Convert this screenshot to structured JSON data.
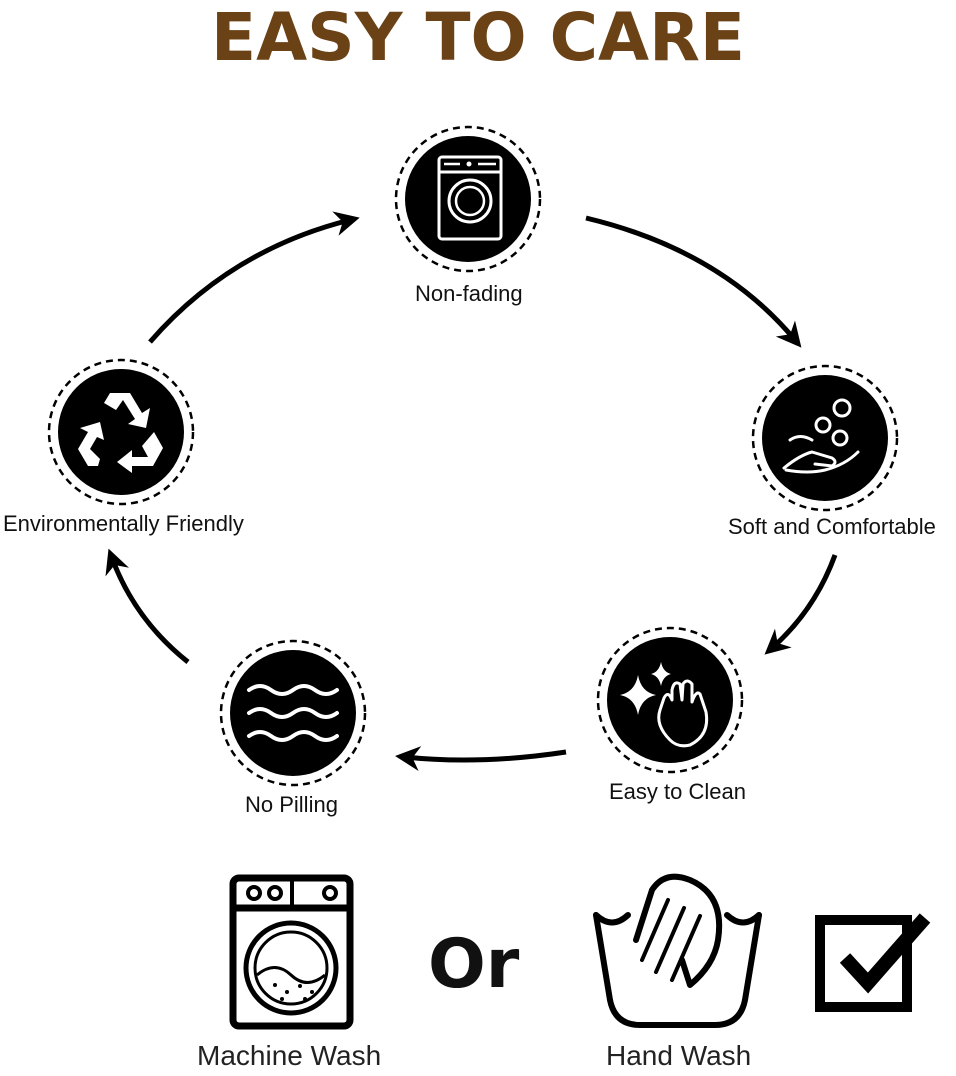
{
  "title": "EASY TO CARE",
  "colors": {
    "title": "#6b4216",
    "icon_fill": "#000000",
    "icon_glyph": "#ffffff"
  },
  "features": [
    {
      "label": "Non-fading",
      "icon": "washing-machine-icon"
    },
    {
      "label": "Soft and Comfortable",
      "icon": "hand-bubbles-icon"
    },
    {
      "label": "Easy to Clean",
      "icon": "sparkle-hand-icon"
    },
    {
      "label": "No Pilling",
      "icon": "waves-icon"
    },
    {
      "label": "Environmentally Friendly",
      "icon": "recycle-icon"
    }
  ],
  "wash": {
    "machine_label": "Machine Wash",
    "or_text": "Or",
    "hand_label": "Hand Wash",
    "machine_icon": "washing-machine-outline-icon",
    "hand_icon": "hand-wash-basin-icon",
    "check_icon": "checkbox-checked-icon"
  }
}
